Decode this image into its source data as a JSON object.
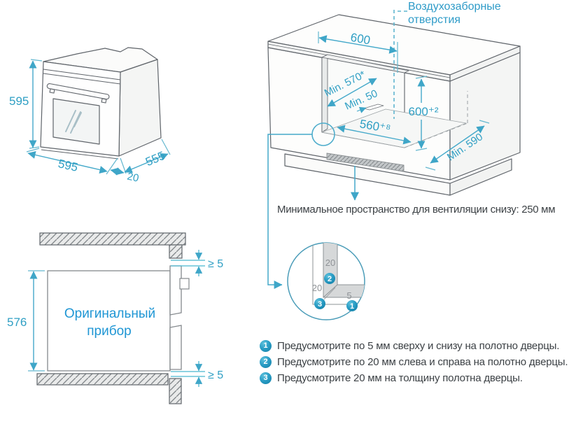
{
  "colors": {
    "dimension_teal": "#2f9fc4",
    "blue_label": "#1f96d4",
    "air_label_blue": "#2e9bc8",
    "body_text": "#3c4145",
    "drawing_gray": "#5f646a",
    "badge_teal": "#2b9ec6"
  },
  "oven": {
    "dim_height": "595",
    "dim_width": "595",
    "dim_depth": "555",
    "dim_door": "20"
  },
  "cabinet": {
    "air_label_line1": "Воздухозаборные",
    "air_label_line2": "отверстия",
    "dim_top_width": "600",
    "dim_min_depth": "Min. 570*",
    "dim_min_notch": "Min. 50",
    "dim_niche_width": "560⁺⁸",
    "dim_niche_height": "600⁺²",
    "dim_min_floor": "Min. 590",
    "vent_note": "Минимальное пространство для вентиляции снизу: 250 мм"
  },
  "section": {
    "dim_height": "576",
    "label_line1": "Оригинальный",
    "label_line2": "прибор",
    "gap_top": "≥ 5",
    "gap_bottom": "≥ 5"
  },
  "detail": {
    "dim_side": "20",
    "dim_left": "20",
    "dim_gap": "5",
    "badge_1": "1",
    "badge_2": "2",
    "badge_3": "3"
  },
  "notes": [
    {
      "num": "1",
      "text": "Предусмотрите по 5 мм сверху и снизу на полотно дверцы."
    },
    {
      "num": "2",
      "text": "Предусмотрите по 20 мм слева и справа на полотно дверцы."
    },
    {
      "num": "3",
      "text": "Предусмотрите 20 мм на толщину полотна дверцы."
    }
  ]
}
